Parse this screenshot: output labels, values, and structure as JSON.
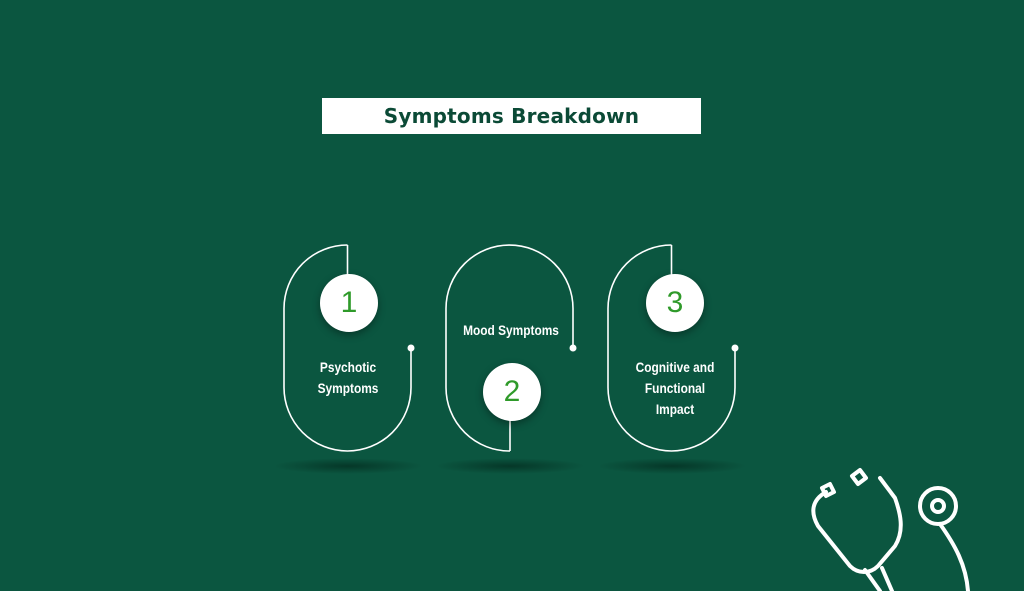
{
  "title": "Symptoms Breakdown",
  "steps": [
    {
      "number": "1",
      "label_lines": [
        "Psychotic",
        "Symptoms"
      ]
    },
    {
      "number": "2",
      "label_lines": [
        "Mood Symptoms"
      ]
    },
    {
      "number": "3",
      "label_lines": [
        "Cognitive and",
        "Functional",
        "Impact"
      ]
    }
  ],
  "colors": {
    "background": "#0b5640",
    "number": "#2f9a2a",
    "title": "#0b4a36"
  }
}
